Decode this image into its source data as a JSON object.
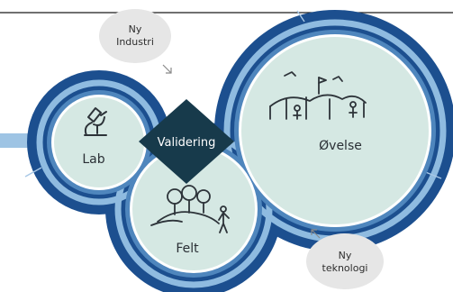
{
  "diagram": {
    "nodes": {
      "lab": {
        "label": "Lab",
        "icon": "microscope-icon"
      },
      "felt": {
        "label": "Felt",
        "icon": "field-people-icon"
      },
      "ovelse": {
        "label": "Øvelse",
        "icon": "exercise-camp-icon"
      },
      "validering": {
        "label": "Validering"
      }
    },
    "bubbles": {
      "ny_industri": {
        "line1": "Ny",
        "line2": "Industri"
      },
      "ny_teknologi": {
        "line1": "Ny",
        "line2": "teknologi"
      }
    },
    "colors": {
      "dark_blue": "#1c4f8f",
      "mid_blue": "#5d94c8",
      "light_blue": "#a8c8e6",
      "inner_fill": "#d5e8e3",
      "diamond": "#173a4b",
      "bubble": "#e6e6e6"
    }
  }
}
